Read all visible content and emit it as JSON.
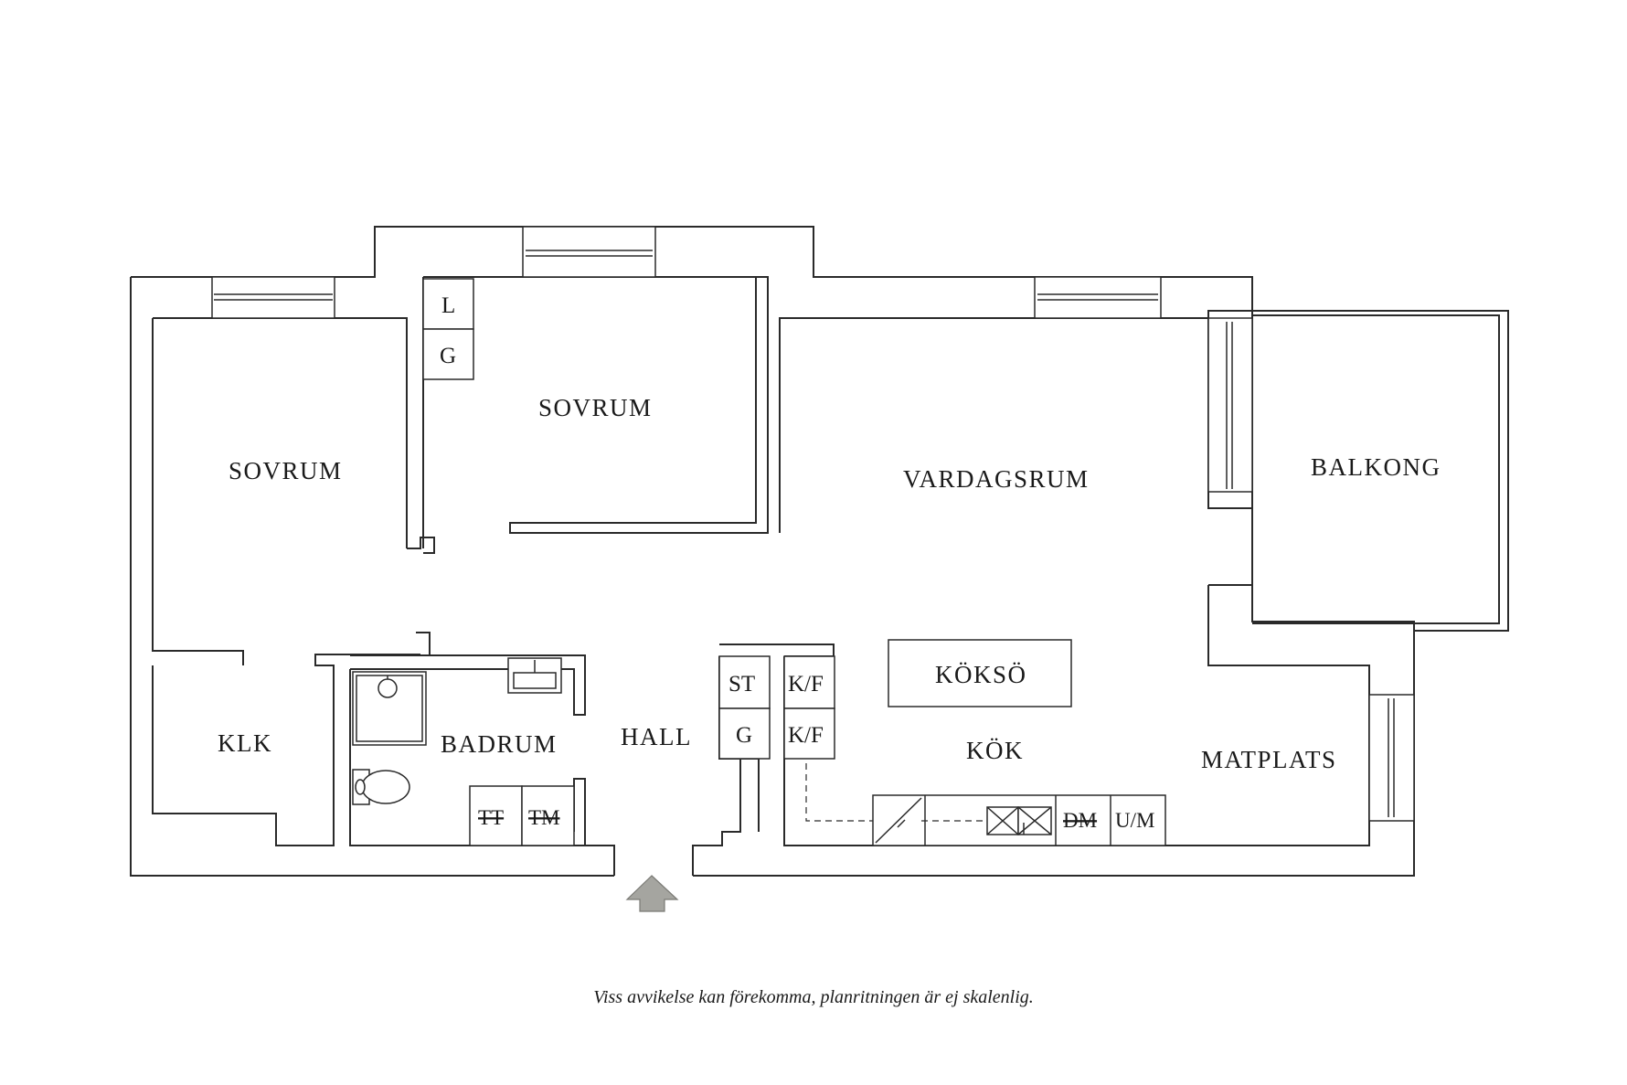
{
  "rooms": {
    "sovrum_left": "SOVRUM",
    "sovrum_mid": "SOVRUM",
    "vardagsrum": "VARDAGSRUM",
    "balkong": "BALKONG",
    "klk": "KLK",
    "badrum": "BADRUM",
    "hall": "HALL",
    "kok": "KÖK",
    "matplats": "MATPLATS",
    "koksö": "KÖKSÖ"
  },
  "fixtures": {
    "closet_l": "L",
    "closet_g_top": "G",
    "hall_st": "ST",
    "hall_g": "G",
    "kf_top": "K/F",
    "kf_bottom": "K/F",
    "tt": "TT",
    "tm": "TM",
    "dm": "DM",
    "um": "U/M"
  },
  "icons": [
    "entrance-arrow-icon",
    "shower-icon",
    "sink-icon",
    "toilet-icon",
    "stove-icon",
    "kitchen-sink-icon"
  ],
  "disclaimer": "Viss avvikelse kan förekomma, planritningen är ej skalenlig."
}
